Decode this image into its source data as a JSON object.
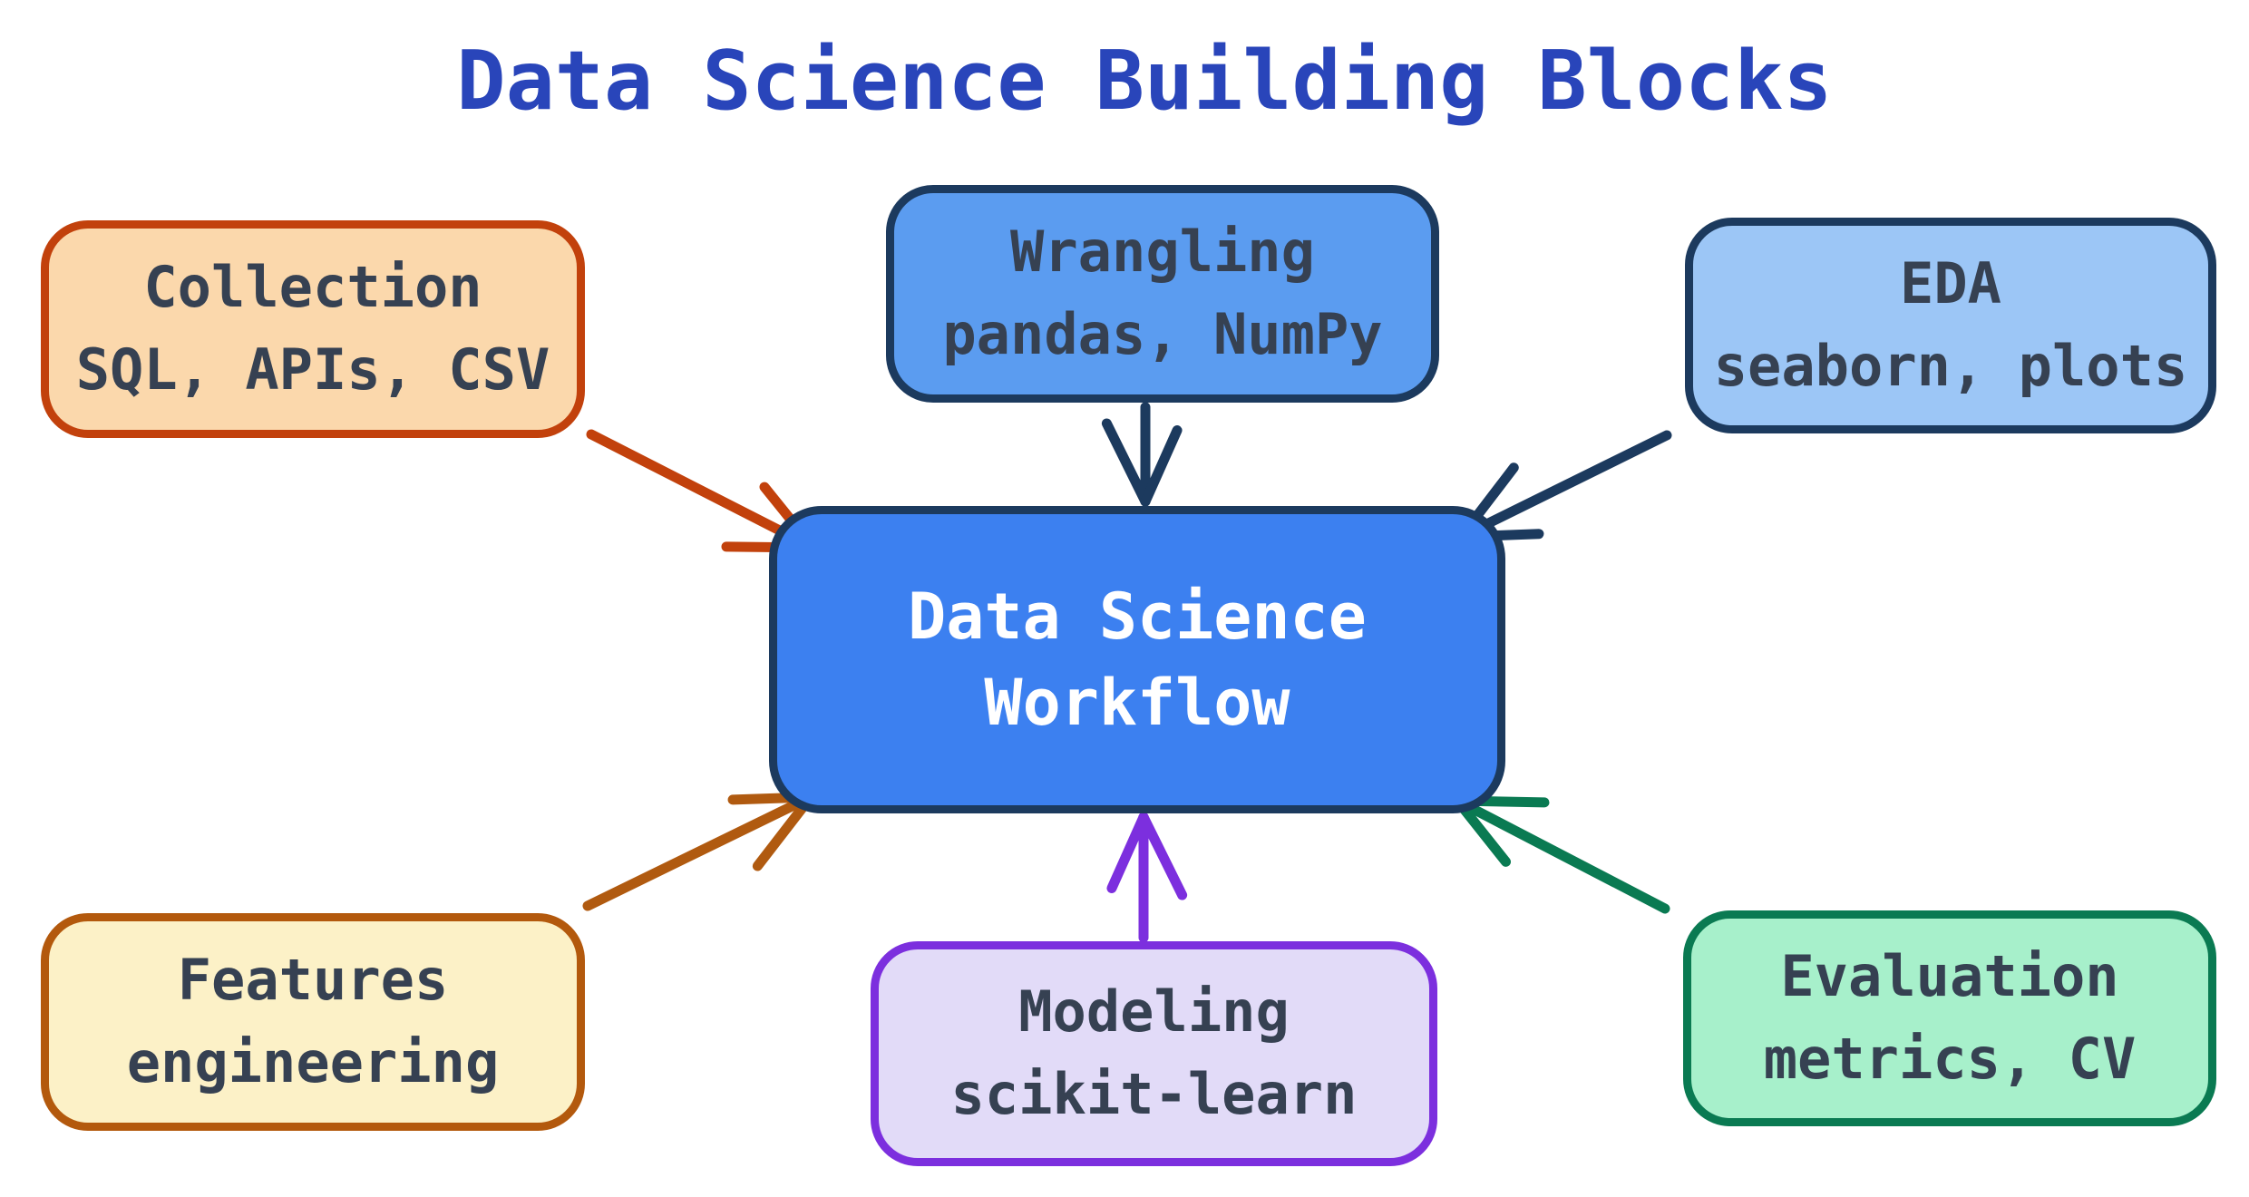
{
  "diagram": {
    "title": "Data Science Building Blocks",
    "title_color": "#2945BA",
    "background_color": "#FFFFFF",
    "node_text_color": "#364152",
    "center_node": {
      "id": "workflow",
      "line1": "Data Science",
      "line2": "Workflow",
      "fill": "#3C80F0",
      "border": "#1C3A5E",
      "text_color": "#FFFFFF"
    },
    "nodes": {
      "collection": {
        "line1": "Collection",
        "line2": "SQL, APIs, CSV",
        "fill": "#FBD8AC",
        "border": "#C2410C",
        "text_color": "#364152"
      },
      "wrangling": {
        "line1": "Wrangling",
        "line2": "pandas, NumPy",
        "fill": "#5B9CF0",
        "border": "#1C3A5E",
        "text_color": "#364152"
      },
      "eda": {
        "line1": "EDA",
        "line2": "seaborn, plots",
        "fill": "#9CC6F6",
        "border": "#1C3A5E",
        "text_color": "#364152"
      },
      "features": {
        "line1": "Features",
        "line2": "engineering",
        "fill": "#FCF1C7",
        "border": "#B3590D",
        "text_color": "#364152"
      },
      "modeling": {
        "line1": "Modeling",
        "line2": "scikit-learn",
        "fill": "#E2DBF8",
        "border": "#7C2FDE",
        "text_color": "#364152"
      },
      "evaluation": {
        "line1": "Evaluation",
        "line2": "metrics, CV",
        "fill": "#A7F0CB",
        "border": "#0A7A52",
        "text_color": "#364152"
      }
    },
    "arrows": {
      "collection": {
        "from": "collection",
        "to": "workflow",
        "color": "#C2410C"
      },
      "wrangling": {
        "from": "wrangling",
        "to": "workflow",
        "color": "#1C3A5E"
      },
      "eda": {
        "from": "eda",
        "to": "workflow",
        "color": "#1C3A5E"
      },
      "features": {
        "from": "features",
        "to": "workflow",
        "color": "#B05A10"
      },
      "modeling": {
        "from": "modeling",
        "to": "workflow",
        "color": "#7C2FDE"
      },
      "evaluation": {
        "from": "evaluation",
        "to": "workflow",
        "color": "#0A7A52"
      }
    }
  }
}
